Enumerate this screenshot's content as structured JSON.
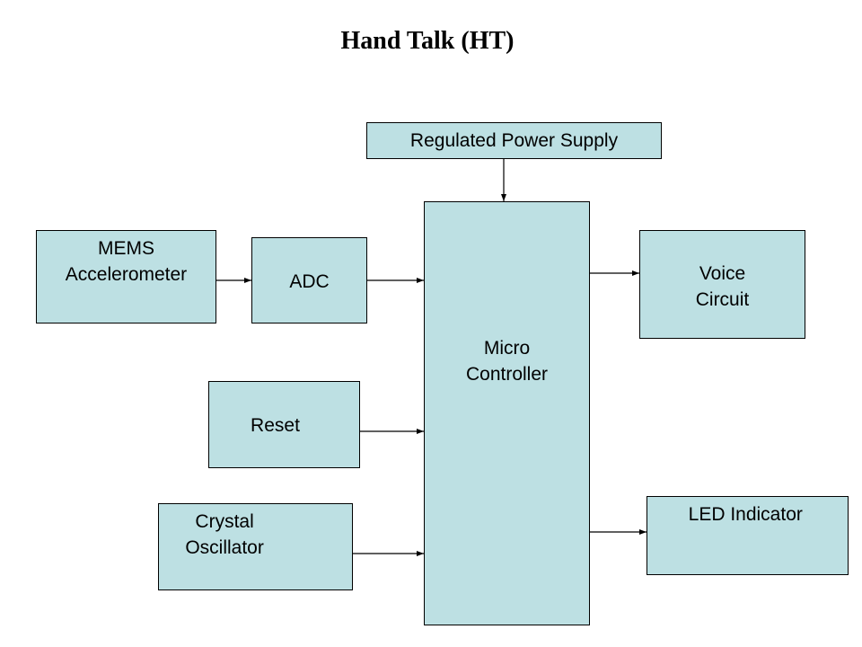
{
  "title": "Hand Talk (HT)",
  "colors": {
    "block_fill": "#bde0e3",
    "stroke": "#000000"
  },
  "blocks": {
    "power": "Regulated Power Supply",
    "mems": "MEMS\nAccelerometer",
    "adc": "ADC",
    "mcu": "Micro\nController",
    "voice": "Voice\nCircuit",
    "reset": "Reset",
    "crystal": "Crystal\nOscillator",
    "led": "LED Indicator"
  },
  "connections": [
    {
      "from": "power",
      "to": "mcu"
    },
    {
      "from": "mems",
      "to": "adc"
    },
    {
      "from": "adc",
      "to": "mcu"
    },
    {
      "from": "reset",
      "to": "mcu"
    },
    {
      "from": "crystal",
      "to": "mcu"
    },
    {
      "from": "mcu",
      "to": "voice"
    },
    {
      "from": "mcu",
      "to": "led"
    }
  ]
}
